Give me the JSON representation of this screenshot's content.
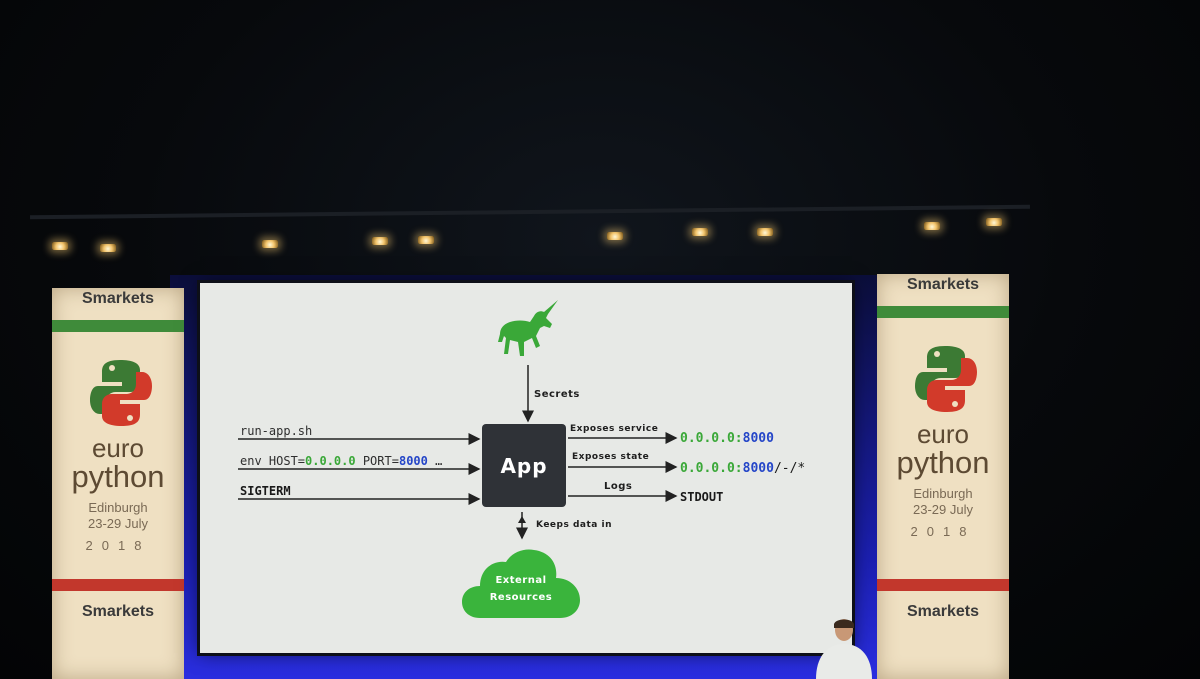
{
  "banners": {
    "sponsor": "Smarkets",
    "conference_line1": "euro",
    "conference_line2": "python",
    "city": "Edinburgh",
    "dates": "23-29 July",
    "year": "2018"
  },
  "slide": {
    "top_arrow_label": "Secrets",
    "inputs": {
      "line1": "run-app.sh",
      "line2_prefix": "env HOST=",
      "line2_host": "0.0.0.0",
      "line2_mid": " PORT=",
      "line2_port": "8000",
      "line2_suffix": " …",
      "line3": "SIGTERM"
    },
    "app_label": "App",
    "outputs": {
      "service_label": "Exposes service",
      "service_host": "0.0.0.0:",
      "service_port": "8000",
      "state_label": "Exposes state",
      "state_host": "0.0.0.0:",
      "state_port": "8000",
      "state_path": "/-/*",
      "logs_label": "Logs",
      "logs_target": "STDOUT"
    },
    "bottom_arrow_label": "Keeps data in",
    "cloud_line1": "External",
    "cloud_line2": "Resources",
    "icon": "unicorn-icon"
  },
  "colors": {
    "slide_bg": "#e7e9e6",
    "accent_green": "#3aa838",
    "accent_blue": "#2546c8",
    "app_box": "#2f3237"
  }
}
